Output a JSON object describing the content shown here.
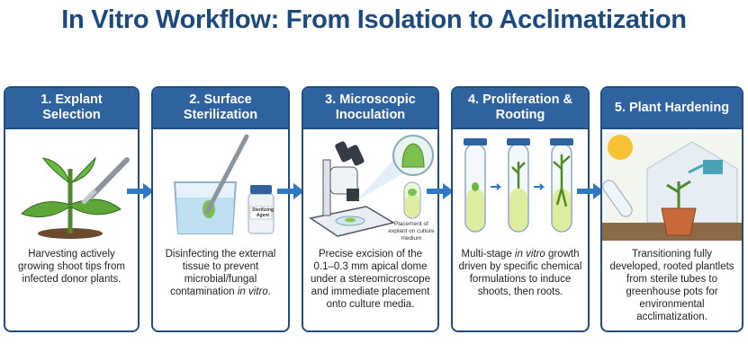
{
  "title": "In Vitro Workflow: From Isolation to Acclimatization",
  "steps": [
    {
      "title": "1. Explant Selection",
      "desc": "Harvesting actively growing shoot tips from infected donor plants.",
      "desc_a": "",
      "desc_i": "",
      "desc_b": ""
    },
    {
      "title": "2. Surface Sterilization",
      "desc_a": "Disinfecting the external tissue to prevent microbial/fungal contamination ",
      "desc_i": "in vitro",
      "desc_b": ".",
      "label": "Sterilizing Agent"
    },
    {
      "title": "3. Microscopic Inoculation",
      "desc": "Precise excision of the 0.1–0.3 mm apical dome under a stereomicroscope and immediate placement onto culture media.",
      "caption": "Placement of explant on culture medium"
    },
    {
      "title": "4. Proliferation & Rooting",
      "desc_a": "Multi-stage ",
      "desc_i": "in vitro",
      "desc_b": " growth driven by specific chemical formulations to induce shoots, then roots."
    },
    {
      "title": "5. Plant Hardening",
      "desc": "Transitioning fully developed, rooted plantlets from sterile tubes to greenhouse pots for environmental acclimatization."
    }
  ],
  "colors": {
    "title": "#1d4a7c",
    "header": "#2f63a0",
    "arrow": "#2e78c4"
  }
}
